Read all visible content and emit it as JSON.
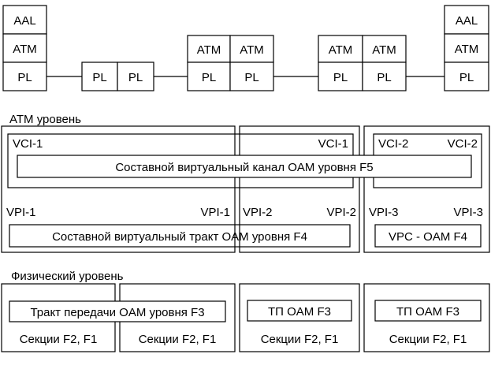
{
  "stack_labels": {
    "aal": "AAL",
    "atm": "ATM",
    "pl": "PL"
  },
  "atm_layer": {
    "heading": "ATM уровень",
    "vci_1": "VCI-1",
    "vci_2": "VCI-2",
    "vpi_1": "VPI-1",
    "vpi_2": "VPI-2",
    "vpi_3": "VPI-3",
    "f5_channel": "Составной виртуальный канал OAM уровня F5",
    "f4_path": "Составной виртуальный тракт OAM уровня F4",
    "vpc_oam": "VPC - OAM F4"
  },
  "physical_layer": {
    "heading": "Физический уровень",
    "f3_path": "Тракт передачи OAM уровня F3",
    "tp_oam": "ТП OAM F3",
    "sections": "Секции F2, F1"
  }
}
